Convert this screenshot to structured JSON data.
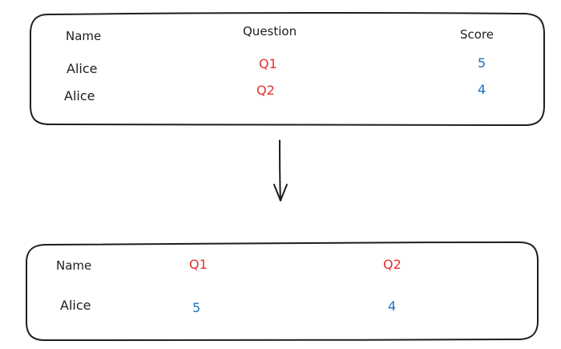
{
  "colors": {
    "stroke": "#1e1e1e",
    "question": "#e03131",
    "score": "#1971c2"
  },
  "long_table": {
    "headers": {
      "name": "Name",
      "question": "Question",
      "score": "Score"
    },
    "rows": [
      {
        "name": "Alice",
        "question": "Q1",
        "score": "5"
      },
      {
        "name": "Alice",
        "question": "Q2",
        "score": "4"
      }
    ]
  },
  "wide_table": {
    "headers": {
      "name": "Name",
      "q1": "Q1",
      "q2": "Q2"
    },
    "row": {
      "name": "Alice",
      "q1": "5",
      "q2": "4"
    }
  }
}
